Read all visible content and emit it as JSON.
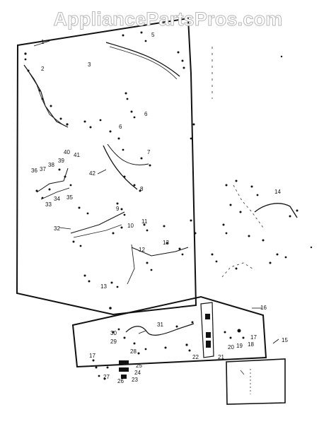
{
  "watermark": "AppliancePartsPros.com",
  "callouts": [
    {
      "id": "1",
      "text": "1"
    },
    {
      "id": "2",
      "text": "2"
    },
    {
      "id": "3",
      "text": "3"
    },
    {
      "id": "5",
      "text": "5"
    },
    {
      "id": "6a",
      "text": "6"
    },
    {
      "id": "6b",
      "text": "6"
    },
    {
      "id": "7",
      "text": "7"
    },
    {
      "id": "8",
      "text": "8"
    },
    {
      "id": "9",
      "text": "9"
    },
    {
      "id": "10",
      "text": "10"
    },
    {
      "id": "11",
      "text": "11"
    },
    {
      "id": "12",
      "text": "12"
    },
    {
      "id": "13a",
      "text": "13"
    },
    {
      "id": "13b",
      "text": "13"
    },
    {
      "id": "14",
      "text": "14"
    },
    {
      "id": "15",
      "text": "15"
    },
    {
      "id": "16",
      "text": "16"
    },
    {
      "id": "17a",
      "text": "17"
    },
    {
      "id": "17b",
      "text": "17"
    },
    {
      "id": "18",
      "text": "18"
    },
    {
      "id": "19",
      "text": "19"
    },
    {
      "id": "20",
      "text": "20"
    },
    {
      "id": "21",
      "text": "21"
    },
    {
      "id": "22",
      "text": "22"
    },
    {
      "id": "23",
      "text": "23"
    },
    {
      "id": "24",
      "text": "24"
    },
    {
      "id": "25",
      "text": "25"
    },
    {
      "id": "26",
      "text": "26"
    },
    {
      "id": "27",
      "text": "27"
    },
    {
      "id": "28",
      "text": "28"
    },
    {
      "id": "29",
      "text": "29"
    },
    {
      "id": "30",
      "text": "30"
    },
    {
      "id": "31",
      "text": "31"
    },
    {
      "id": "32",
      "text": "32"
    },
    {
      "id": "33",
      "text": "33"
    },
    {
      "id": "34",
      "text": "34"
    },
    {
      "id": "35",
      "text": "35"
    },
    {
      "id": "36",
      "text": "36"
    },
    {
      "id": "37",
      "text": "37"
    },
    {
      "id": "38",
      "text": "38"
    },
    {
      "id": "39",
      "text": "39"
    },
    {
      "id": "40",
      "text": "40"
    },
    {
      "id": "41",
      "text": "41"
    },
    {
      "id": "42",
      "text": "42"
    }
  ]
}
